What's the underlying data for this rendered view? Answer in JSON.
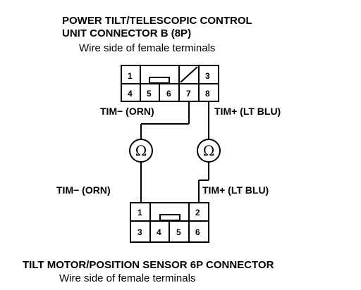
{
  "top_connector": {
    "title_line1": "POWER TILT/TELESCOPIC CONTROL",
    "title_line2": "UNIT CONNECTOR B (8P)",
    "subtitle": "Wire side of female terminals",
    "pins": [
      "1",
      "3",
      "4",
      "5",
      "6",
      "7",
      "8"
    ]
  },
  "bottom_connector": {
    "title": "TILT MOTOR/POSITION SENSOR 6P CONNECTOR",
    "subtitle": "Wire side of female terminals",
    "pins": [
      "1",
      "2",
      "3",
      "4",
      "5",
      "6"
    ]
  },
  "wires": {
    "top_left_label": "TIM− (ORN)",
    "top_right_label": "TIM+ (LT BLU)",
    "bottom_left_label": "TIM− (ORN)",
    "bottom_right_label": "TIM+ (LT BLU)"
  },
  "meters": {
    "left_symbol": "Ω",
    "right_symbol": "Ω"
  }
}
